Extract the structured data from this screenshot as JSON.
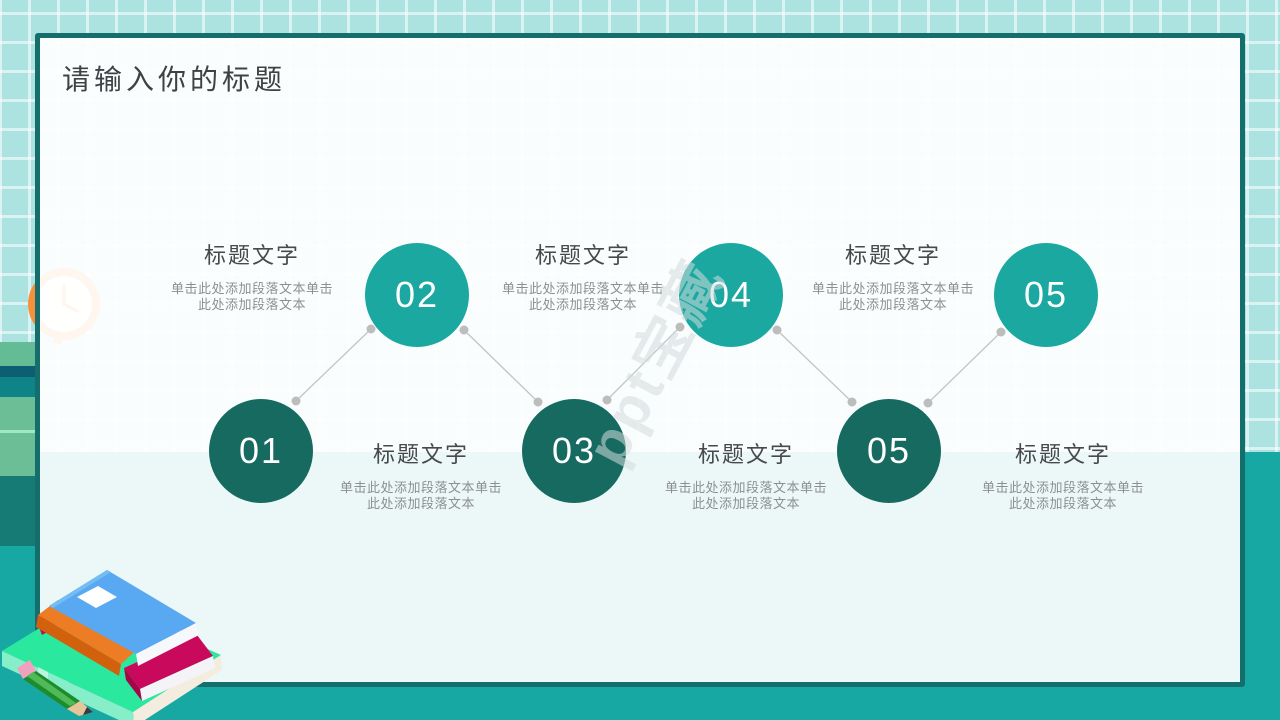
{
  "page": {
    "title": "请输入你的标题",
    "watermark_text": "ppt宝藏"
  },
  "steps": [
    {
      "number": "01",
      "heading": "标题文字",
      "desc": [
        "单击此处添加段落文本单击",
        "此处添加段落文本"
      ],
      "row": "bottom"
    },
    {
      "number": "02",
      "heading": "标题文字",
      "desc": [
        "单击此处添加段落文本单击",
        "此处添加段落文本"
      ],
      "row": "top"
    },
    {
      "number": "03",
      "heading": "标题文字",
      "desc": [
        "单击此处添加段落文本单击",
        "此处添加段落文本"
      ],
      "row": "bottom"
    },
    {
      "number": "04",
      "heading": "标题文字",
      "desc": [
        "单击此处添加段落文本单击",
        "此处添加段落文本"
      ],
      "row": "top"
    },
    {
      "number": "05",
      "heading": "标题文字",
      "desc": [
        "单击此处添加段落文本单击",
        "此处添加段落文本"
      ],
      "row": "top"
    },
    {
      "number": "05",
      "heading": "标题文字",
      "desc": [
        "单击此处添加段落文本单击",
        "此处添加段落文本"
      ],
      "row": "bottom"
    }
  ],
  "colors": {
    "background_teal": "#17A8A4",
    "grid_background": "#ACE3E0",
    "card_border": "#156E6B",
    "circle_light": "#1AA8A0",
    "circle_dark": "#166A60",
    "title_text": "#3E4245",
    "heading_text": "#47494B",
    "body_text": "#8B8F90",
    "connector_gray": "#C4C4C4"
  }
}
